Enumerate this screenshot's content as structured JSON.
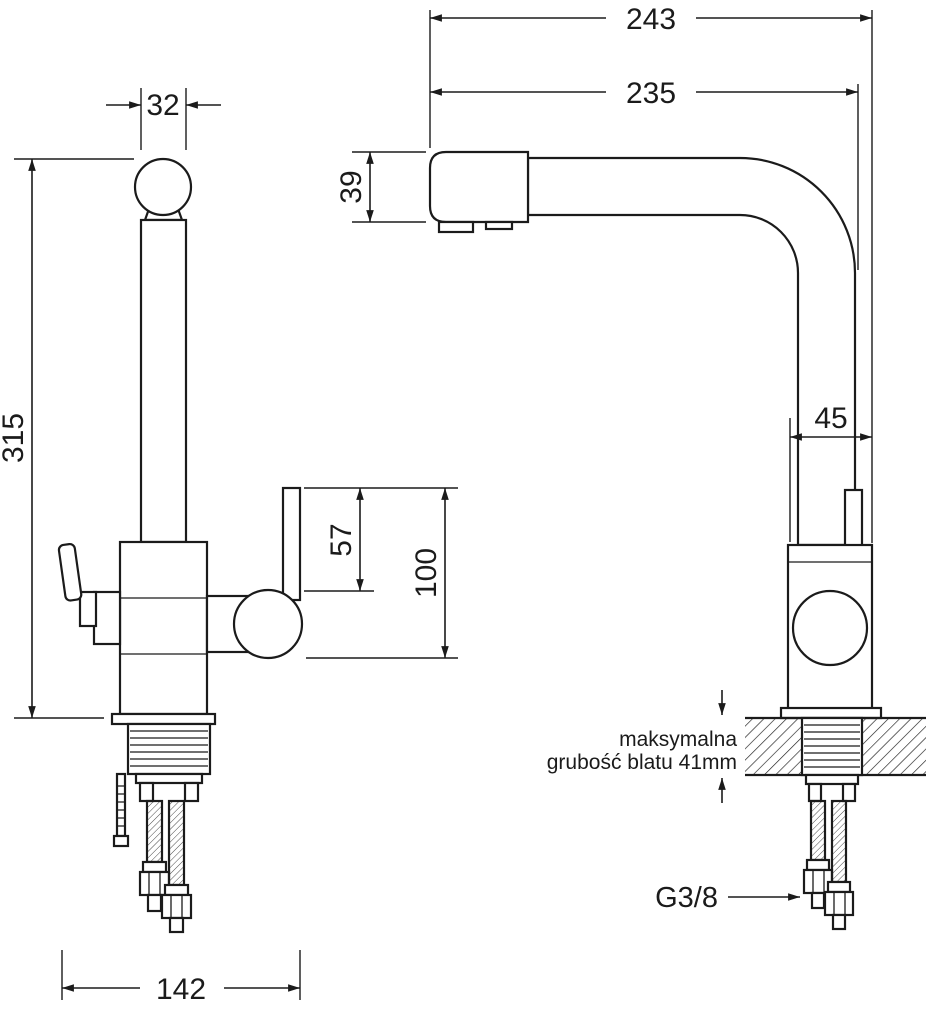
{
  "page": {
    "colors": {
      "line": "#1b1b1b",
      "background": "#ffffff"
    }
  },
  "drawing": {
    "front_view_dims": {
      "spout_width_mm": "32",
      "total_height_mm": "315",
      "filter_spout_height_mm": "57",
      "outlet_height_mm": "100",
      "base_depth_mm": "142"
    },
    "side_view_dims": {
      "total_depth_mm": "243",
      "spout_reach_mm": "235",
      "spout_head_height_mm": "39",
      "body_depth_mm": "45"
    },
    "annotations": {
      "countertop_note_line1": "maksymalna",
      "countertop_note_line2": "grubość blatu 41mm",
      "thread_size": "G3/8"
    }
  }
}
